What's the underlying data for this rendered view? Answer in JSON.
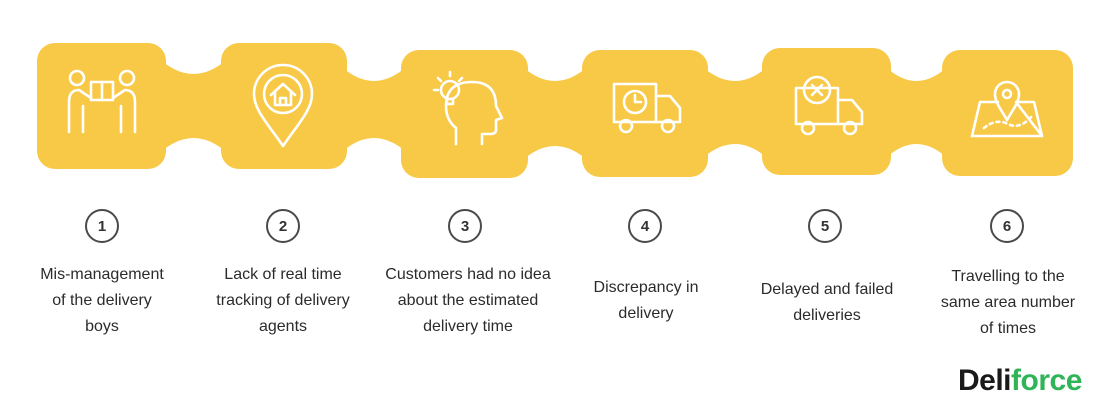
{
  "steps": [
    {
      "number": "1",
      "caption": [
        "Mis-management",
        "of the  delivery",
        "boys"
      ],
      "icon": "delivery-boys-icon"
    },
    {
      "number": "2",
      "caption": [
        "Lack of real time",
        "tracking of delivery",
        "agents"
      ],
      "icon": "location-home-pin-icon"
    },
    {
      "number": "3",
      "caption": [
        "Customers had no idea",
        "about the estimated",
        "delivery time"
      ],
      "icon": "head-idea-bulb-icon"
    },
    {
      "number": "4",
      "caption": [
        "Discrepancy in",
        "delivery"
      ],
      "icon": "delivery-truck-clock-icon"
    },
    {
      "number": "5",
      "caption": [
        "Delayed and failed",
        "deliveries"
      ],
      "icon": "truck-cancel-icon"
    },
    {
      "number": "6",
      "caption": [
        "Travelling to the",
        "same area number",
        "of times"
      ],
      "icon": "map-route-pin-icon"
    }
  ],
  "logo": {
    "part1": "Deli",
    "part2": "force"
  },
  "colors": {
    "block": "#F8C847",
    "icon_stroke": "#ffffff",
    "badge_border": "#4a4a4a",
    "logo_accent": "#2fb457"
  }
}
